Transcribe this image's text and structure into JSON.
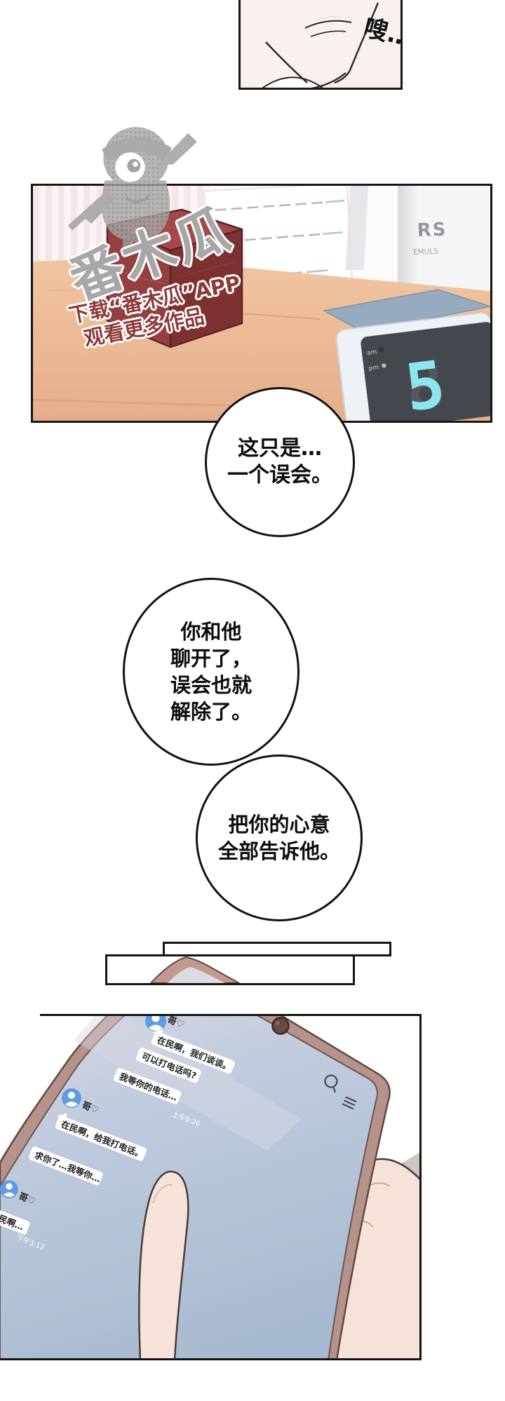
{
  "sfx": {
    "text": "嗖…"
  },
  "watermark": {
    "brand": "番木瓜",
    "line1": "下载“番木瓜”APP",
    "line2": "观看更多作品"
  },
  "desk_panel": {
    "bottle_line1": "RS",
    "bottle_line2": "EMULS",
    "clock_digit": "5",
    "clock_ghost": "8",
    "clock_am": "am",
    "clock_pm": "pm"
  },
  "bubbles": {
    "b1": {
      "line1": "这只是…",
      "line2": "一个误会。"
    },
    "b2": {
      "line1": "你和他",
      "line2": "聊开了，",
      "line3": "误会也就",
      "line4": "解除了。"
    },
    "b3": {
      "line1": "把你的心意",
      "line2": "全部告诉他。"
    }
  },
  "chat": {
    "g1": {
      "name": "哥♡",
      "m1": "在民啊，我们谈谈。",
      "m2": "可以打电话吗?",
      "m3": "我等你的电话…",
      "time": "上午9:26"
    },
    "g2": {
      "name": "哥♡",
      "m1": "在民啊，给我打电话。",
      "m2": "求你了…我等你…"
    },
    "g3": {
      "name": "哥♡",
      "m1": "在民啊…",
      "time": "下午3:12"
    }
  },
  "colors": {
    "phone_bezel": "#b5928a",
    "phone_screen": "#bccadb",
    "avatar_blue": "#5f9ce2",
    "clock_digit_cyan": "#8be6f2",
    "box_red": "#9a4444",
    "desk_tan": "#eec09c"
  }
}
